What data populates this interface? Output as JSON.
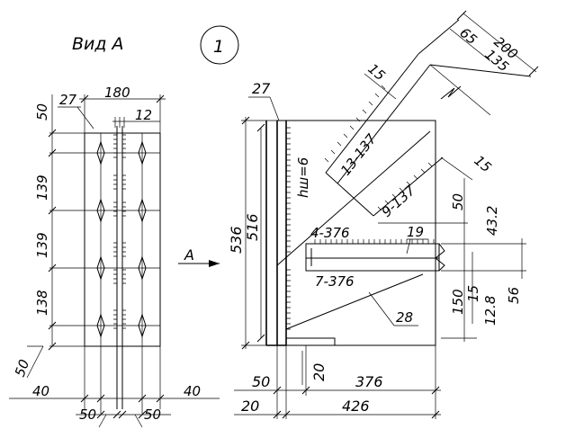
{
  "view_title": "Вид А",
  "sheet_number": "1",
  "view_arrow_label": "A",
  "left_view": {
    "top_width": "180",
    "plate_thickness": "12",
    "leader_27": "27",
    "vert_dims": [
      "50",
      "139",
      "139",
      "138",
      "50"
    ],
    "bottom_dims": [
      "40",
      "40",
      "50",
      "50"
    ]
  },
  "right_view": {
    "leader_27": "27",
    "total_height": "536",
    "inner_height": "516",
    "weld_note": "hш=6",
    "diag_weld_1": "13-137",
    "diag_weld_2": "9-137",
    "horiz_weld_top": "4-376",
    "horiz_weld_bottom": "7-376",
    "leader_19": "19",
    "leader_28": "28",
    "dim_200": "200",
    "dim_65": "65",
    "dim_135": "135",
    "dim_15_top": "15",
    "dim_15_mid": "15",
    "dim_50_r": "50",
    "dim_43_2": "43.2",
    "dim_150": "150",
    "dim_15_low": "15",
    "dim_12_8": "12.8",
    "dim_56": "56",
    "dim_20_v": "20",
    "dim_50_b": "50",
    "dim_376": "376",
    "dim_20_b": "20",
    "dim_426": "426"
  }
}
